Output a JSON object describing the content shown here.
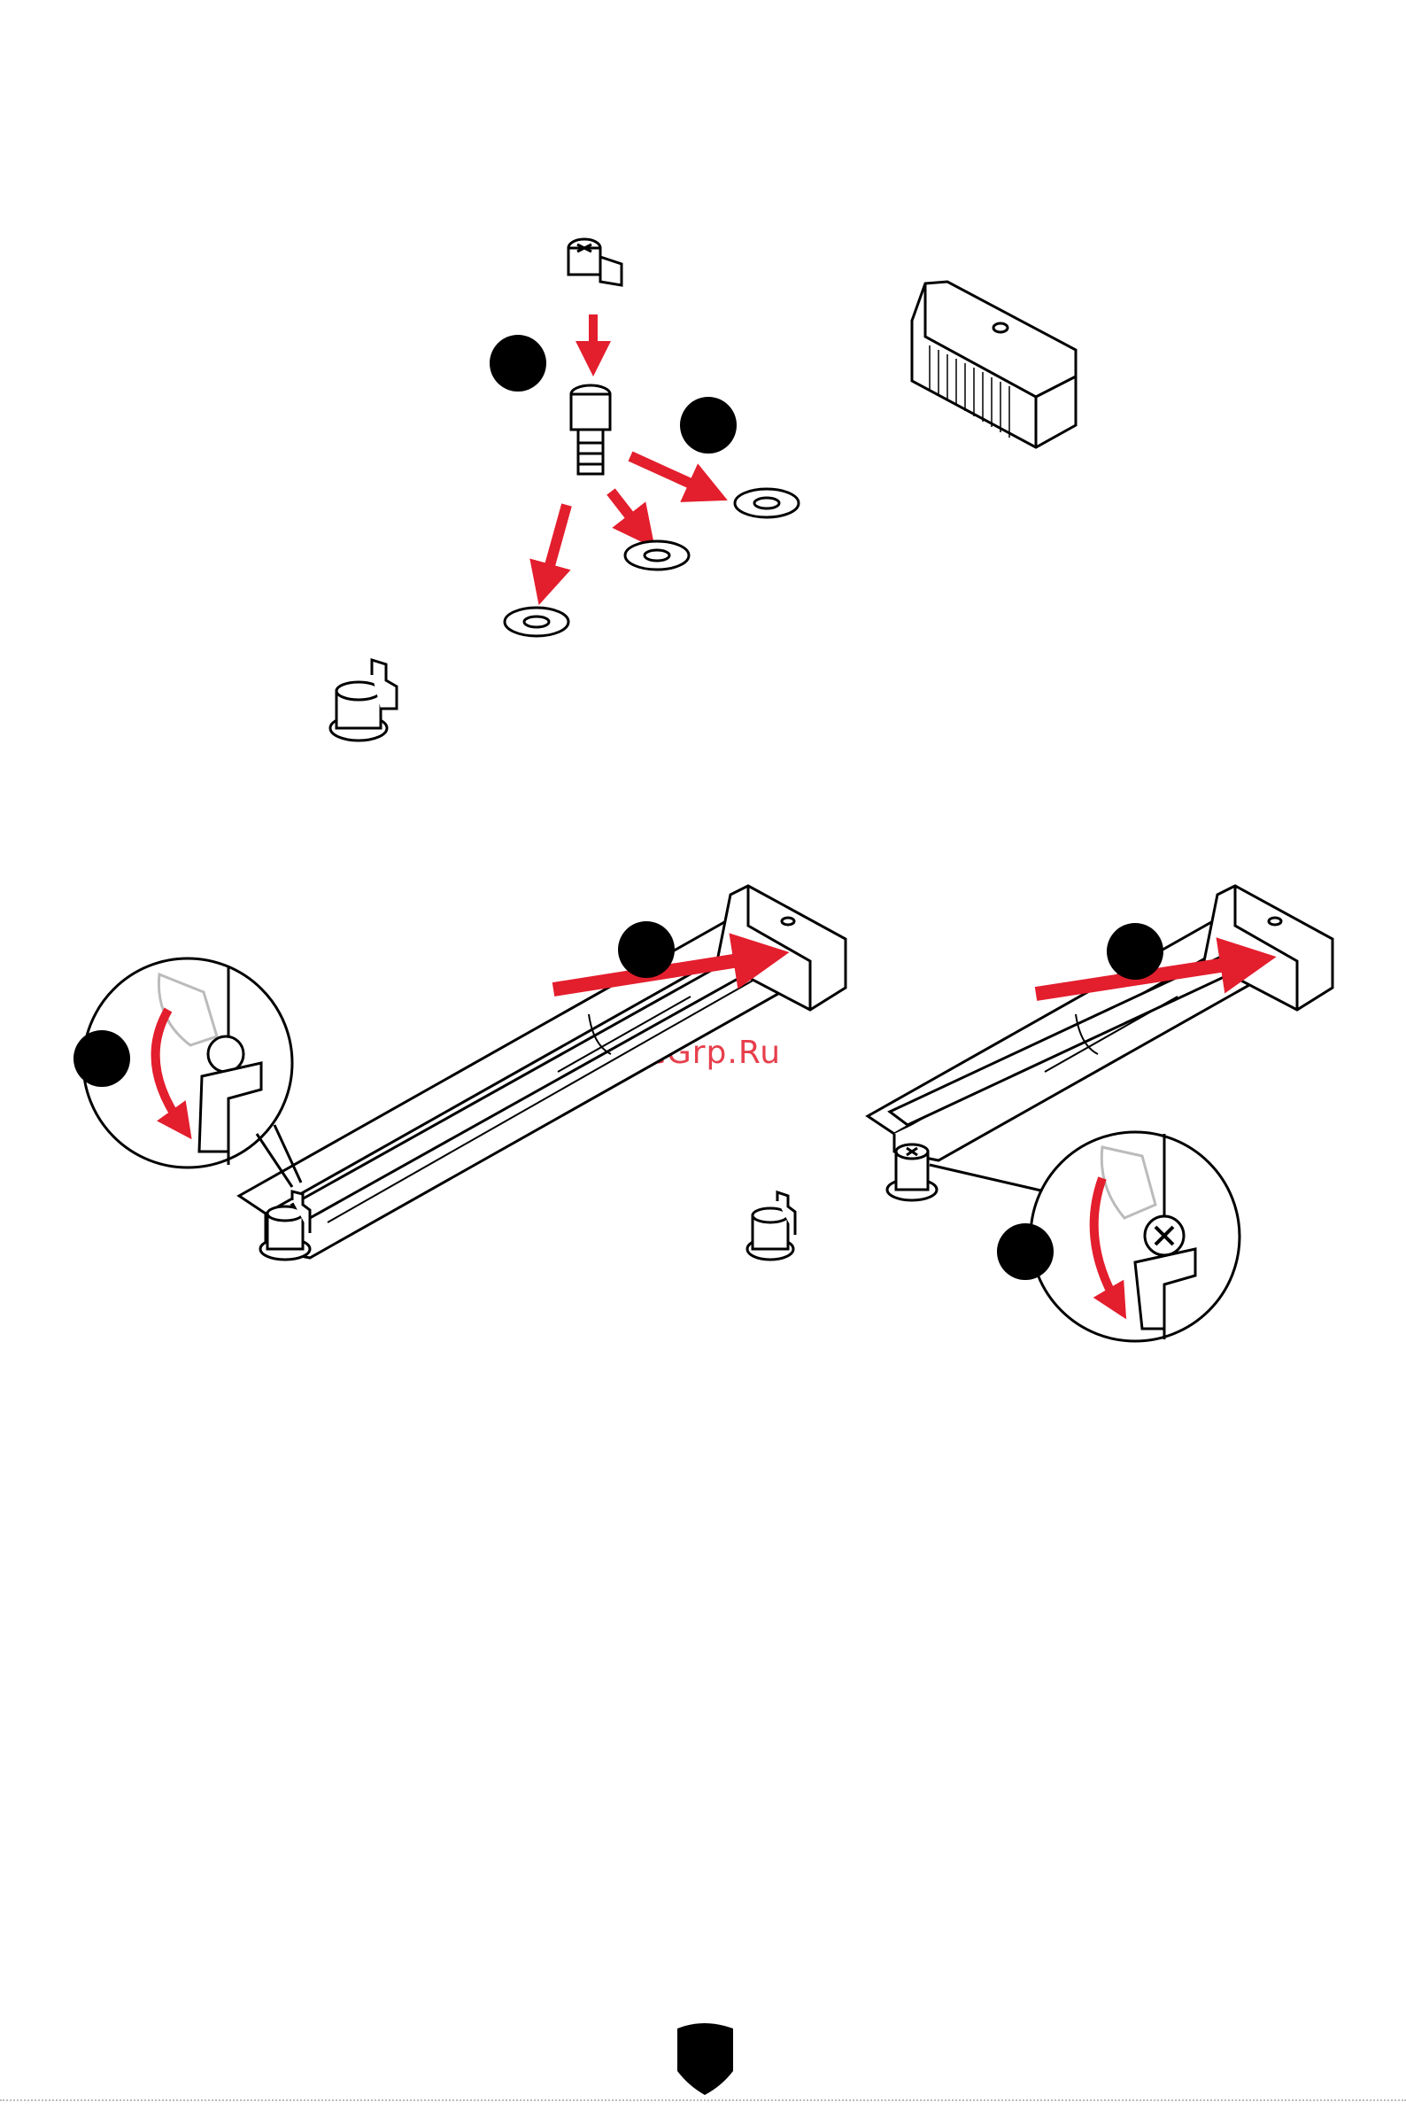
{
  "watermark": "McGrp.Ru",
  "icons": {
    "logo": "msi-dragon-shield-icon",
    "accent_color": "#e31e2d",
    "line_color": "#000000"
  },
  "figures": [
    "screw-and-standoff-assembly",
    "m2-connector",
    "m2-ssd-install-with-latch",
    "m2-ssd-install-with-screw"
  ]
}
